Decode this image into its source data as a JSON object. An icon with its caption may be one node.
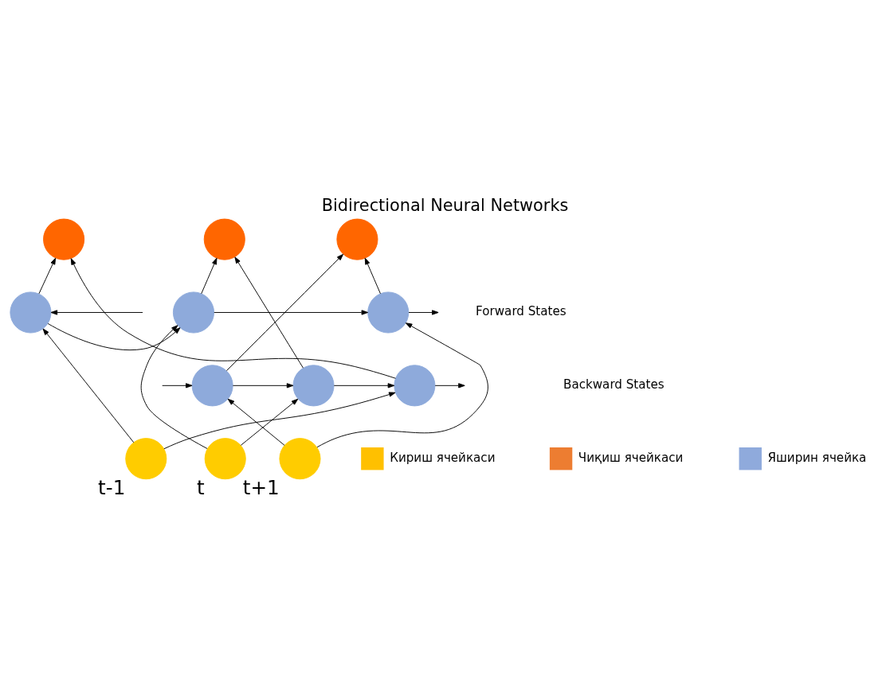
{
  "diagram": {
    "title": "Bidirectional Neural Networks",
    "nodes": [
      {
        "text": [],
        "shape": "circle"
      },
      {
        "text": [],
        "shape": "circle"
      },
      {
        "text": [],
        "shape": "circle"
      },
      {
        "text": [],
        "shape": "circle"
      },
      {
        "text": [],
        "shape": "circle"
      },
      {
        "text": [],
        "shape": "circle"
      },
      {
        "text": [],
        "shape": "circle"
      },
      {
        "text": [],
        "shape": "circle"
      },
      {
        "text": [],
        "shape": "circle"
      },
      {
        "text": [],
        "shape": "circle",
        "beside": [
          "t-1"
        ]
      },
      {
        "text": [],
        "shape": "circle",
        "beside": [
          "t"
        ]
      },
      {
        "text": [],
        "shape": "circle",
        "beside": [
          "t+1"
        ]
      }
    ],
    "edges": [
      {
        "from": null,
        "to": 3,
        "arrow": "to"
      },
      {
        "from": 3,
        "to": 4,
        "arrow": "to"
      },
      {
        "from": 4,
        "to": 5,
        "arrow": "to"
      },
      {
        "from": 5,
        "to": null,
        "arrow": "to"
      },
      {
        "from": null,
        "to": 8,
        "arrow": "to"
      },
      {
        "from": 8,
        "to": 7,
        "arrow": "to"
      },
      {
        "from": 7,
        "to": 6,
        "arrow": "to"
      },
      {
        "from": 6,
        "to": null,
        "arrow": "to"
      },
      {
        "from": 3,
        "to": 0,
        "arrow": "to"
      },
      {
        "from": 6,
        "to": 0,
        "arrow": "to"
      },
      {
        "from": 4,
        "to": 1,
        "arrow": "to"
      },
      {
        "from": 7,
        "to": 1,
        "arrow": "to"
      },
      {
        "from": 5,
        "to": 2,
        "arrow": "to"
      },
      {
        "from": 8,
        "to": 2,
        "arrow": "to"
      },
      {
        "from": 9,
        "to": 3,
        "arrow": "to"
      },
      {
        "from": 9,
        "to": 6,
        "arrow": "to"
      },
      {
        "from": 10,
        "to": 4,
        "arrow": "to"
      },
      {
        "from": 10,
        "to": 7,
        "arrow": "to"
      },
      {
        "from": 11,
        "to": 5,
        "arrow": "to"
      },
      {
        "from": 11,
        "to": 8,
        "arrow": "to"
      }
    ],
    "labels": [
      "Forward States",
      "Backward States"
    ],
    "legend": [
      {
        "text": "Кириш ячейкаси",
        "color": "#ffc000"
      },
      {
        "text": "Чиқиш ячейкаси",
        "color": "#ed7d31"
      },
      {
        "text": "Яширин ячейка",
        "color": "#8faadc"
      }
    ]
  }
}
